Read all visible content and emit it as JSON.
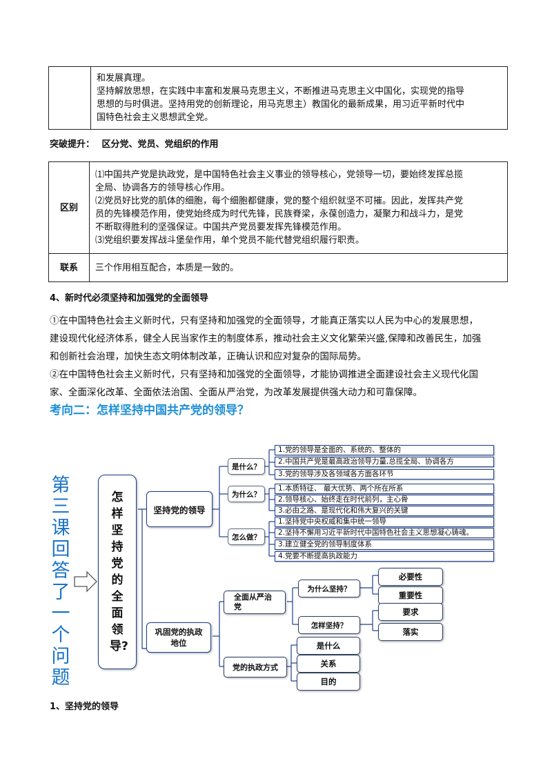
{
  "top_table": {
    "line1": "和发展真理。",
    "line2": "坚持解放思想，在实践中丰富和发展马克思主义，不断推进马克思主义中国化，实现党的指导",
    "line3": "思想的与时俱进。坚持用党的创新理论，用马克思主）教国化的最新成果，用习近平新时代中",
    "line4": "国特色社会主义思想武全党。"
  },
  "breakthrough": {
    "prefix": "突破提升：",
    "title": "区分党、党员、党组织的作用"
  },
  "role_table": {
    "diff_label": "区别",
    "diff_lines": [
      "⑴中国共产党是执政党，是中国特色社会主义事业的领导核心，党领导一切，要始终发挥总揽",
      "全局、协调各方的领导核心作用。",
      "⑵党员好比党的肌体的细胞，每个细胞都健康，党的整个组织就坚不可摧。因此，发挥共产党",
      "员的先锋模范作用，使党始终成为时代先锋，民族脊梁，永葆创造力，凝聚力和战斗力，是党",
      "不断取得胜利的坚强保证。中国共产党员要发挥先锋模范作用。",
      "⑶党组织要发挥战斗堡垒作用，单个党员不能代替党组织履行职责。"
    ],
    "link_label": "联系",
    "link_text": "三个作用相互配合，本质是一致的。"
  },
  "section4": {
    "heading": "4、新时代必须坚持和加强党的全面领导",
    "lines": [
      "①在中国特色社会主义新时代，只有坚持和加强党的全面领导，才能真正落实以人民为中心的发展思想，",
      "建设现代化经济体系，健全人民当家作主的制度体系，推动社会主义文化繁荣兴盛,保障和改善民生，加强",
      "和创新社会治理，加快生态文明体制改革，正确认识和应对复杂的国际局势。",
      "②在中国特色社会主义新时代，只有坚持和加强党的全面领导，才能协调推进全面建设社会主义现代化国",
      "家、全面深化改革、全面依法治国、全面从严治党，为改革发展提供强大动力和可靠保障。"
    ]
  },
  "direction2": "考向二：怎样坚持中国共产党的领导？",
  "mindmap": {
    "vertical_title": "第三课回答了一个问题",
    "center": "怎样坚持党的全面领导?",
    "branch1": "坚持党的领导",
    "branch2": "巩固党的执政地位",
    "q_what": "是什么？",
    "q_why": "为什么？",
    "q_how": "怎么做？",
    "what_items": [
      "1.党的领导是全面的、系统的、整体的",
      "2.中国共产党是最高政治领导力量,总揽全局、协调各方",
      "3.党的领导涉及各领域各方面各环节"
    ],
    "why_items": [
      "1.本质特征、 最大优势、两个所在所系",
      "2.领导核心、始终走在时代前列，主心骨",
      "3.必由之路、是现代化和伟大复兴的关键"
    ],
    "how_items": [
      "1.坚持党中央权威和集中统一领导",
      "2.坚持不懈用习近平新时代中国特色社会主义思想凝心铸魂。",
      "3.建立健全党的领导制度体系",
      "4.党要不断提高执政能力"
    ],
    "strict": "全面从严治党",
    "ruling_way": "党的执政方式",
    "why_insist": "为什么坚持？",
    "how_insist": "怎样坚持？",
    "necessity": "必要性",
    "importance": "重要性",
    "requirement": "要求",
    "implement": "落实",
    "what_is": "是什么",
    "relation": "关系",
    "purpose": "目的"
  },
  "section1": "1、坚持党的领导"
}
